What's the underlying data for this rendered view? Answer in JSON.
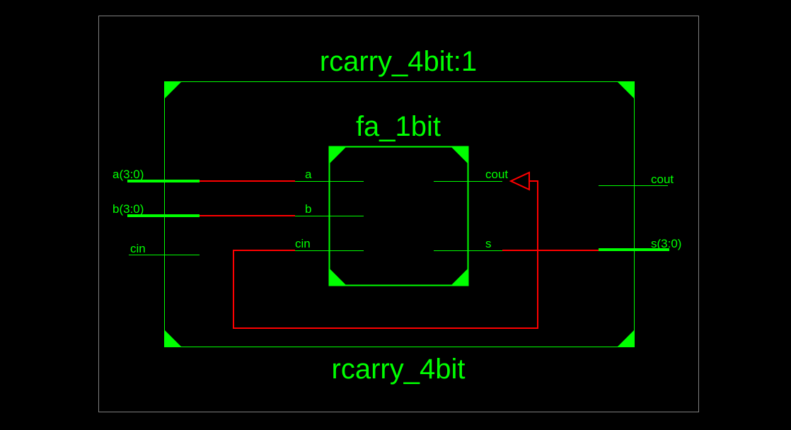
{
  "outer_block": {
    "instance_name": "rcarry_4bit:1",
    "module_name": "rcarry_4bit"
  },
  "inner_block": {
    "module_name": "fa_1bit"
  },
  "outer_ports": {
    "left": [
      "a(3:0)",
      "b(3:0)",
      "cin"
    ],
    "right": [
      "cout",
      "s(3:0)"
    ]
  },
  "inner_ports": {
    "left": [
      "a",
      "b",
      "cin"
    ],
    "right": [
      "cout",
      "s"
    ]
  },
  "colors": {
    "background": "#000000",
    "block": "#00ff00",
    "text": "#00ff00",
    "frame": "#808080",
    "net": "#ff0000"
  }
}
